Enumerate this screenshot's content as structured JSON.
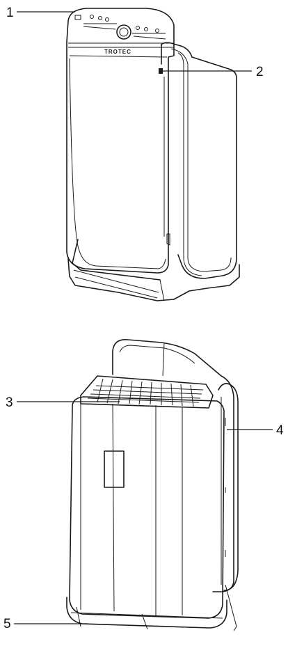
{
  "brand": "TROTEC",
  "callouts": [
    {
      "id": "1",
      "label": "1"
    },
    {
      "id": "2",
      "label": "2"
    },
    {
      "id": "3",
      "label": "3"
    },
    {
      "id": "4",
      "label": "4"
    },
    {
      "id": "5",
      "label": "5"
    }
  ],
  "colors": {
    "line": "#1a1a1a",
    "background": "#ffffff"
  }
}
